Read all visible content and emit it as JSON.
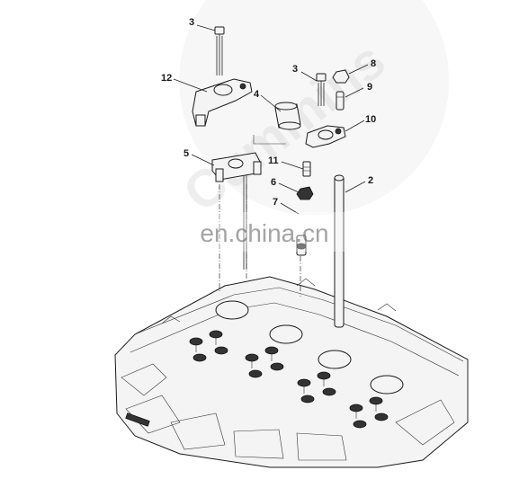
{
  "diagram": {
    "callouts": [
      {
        "id": "c3a",
        "label": "3"
      },
      {
        "id": "c12",
        "label": "12"
      },
      {
        "id": "c4",
        "label": "4"
      },
      {
        "id": "c5",
        "label": "5"
      },
      {
        "id": "c11",
        "label": "11"
      },
      {
        "id": "c6",
        "label": "6"
      },
      {
        "id": "c7",
        "label": "7"
      },
      {
        "id": "c3b",
        "label": "3"
      },
      {
        "id": "c8",
        "label": "8"
      },
      {
        "id": "c9",
        "label": "9"
      },
      {
        "id": "c10",
        "label": "10"
      },
      {
        "id": "c2",
        "label": "2"
      }
    ],
    "watermark_site": "en.china.cn",
    "watermark_brand": "Cummins"
  }
}
